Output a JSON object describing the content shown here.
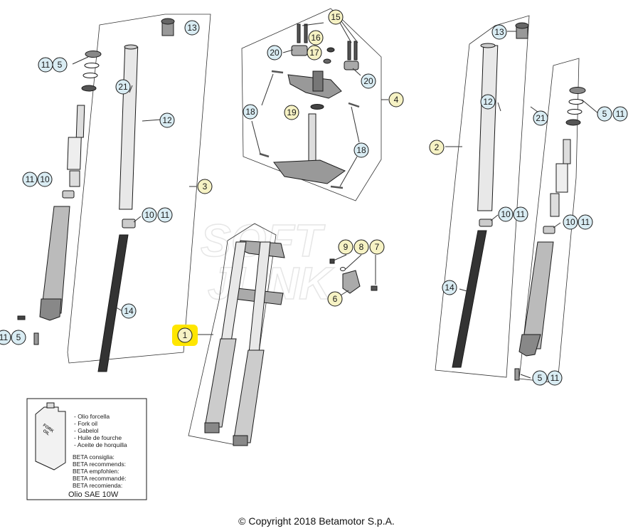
{
  "callouts": [
    {
      "id": "c13a",
      "label": "13",
      "fill": "#d9ecf3"
    },
    {
      "id": "c11_5a",
      "label": "11",
      "fill": "#d9ecf3"
    },
    {
      "id": "c11_5b",
      "label": "5",
      "fill": "#d9ecf3"
    },
    {
      "id": "c21a",
      "label": "21",
      "fill": "#d9ecf3"
    },
    {
      "id": "c12a",
      "label": "12",
      "fill": "#d9ecf3"
    },
    {
      "id": "c11_10a",
      "label": "11",
      "fill": "#d9ecf3"
    },
    {
      "id": "c11_10b",
      "label": "10",
      "fill": "#d9ecf3"
    },
    {
      "id": "c3",
      "label": "3",
      "fill": "#f6f2c4"
    },
    {
      "id": "c10_11a",
      "label": "10",
      "fill": "#d9ecf3"
    },
    {
      "id": "c10_11b",
      "label": "11",
      "fill": "#d9ecf3"
    },
    {
      "id": "c14a",
      "label": "14",
      "fill": "#d9ecf3"
    },
    {
      "id": "c11_5c",
      "label": "11",
      "fill": "#d9ecf3"
    },
    {
      "id": "c11_5d",
      "label": "5",
      "fill": "#d9ecf3"
    },
    {
      "id": "c15",
      "label": "15",
      "fill": "#f6f2c4"
    },
    {
      "id": "c16",
      "label": "16",
      "fill": "#f6f2c4"
    },
    {
      "id": "c17",
      "label": "17",
      "fill": "#f6f2c4"
    },
    {
      "id": "c20a",
      "label": "20",
      "fill": "#d9ecf3"
    },
    {
      "id": "c20b",
      "label": "20",
      "fill": "#d9ecf3"
    },
    {
      "id": "c4",
      "label": "4",
      "fill": "#f6f2c4"
    },
    {
      "id": "c18a",
      "label": "18",
      "fill": "#d9ecf3"
    },
    {
      "id": "c19",
      "label": "19",
      "fill": "#f6f2c4"
    },
    {
      "id": "c18b",
      "label": "18",
      "fill": "#d9ecf3"
    },
    {
      "id": "c9",
      "label": "9",
      "fill": "#f6f2c4"
    },
    {
      "id": "c8",
      "label": "8",
      "fill": "#f6f2c4"
    },
    {
      "id": "c7",
      "label": "7",
      "fill": "#f6f2c4"
    },
    {
      "id": "c6",
      "label": "6",
      "fill": "#f6f2c4"
    },
    {
      "id": "c1",
      "label": "1",
      "fill": "#f6f2c4"
    },
    {
      "id": "c13b",
      "label": "13",
      "fill": "#d9ecf3"
    },
    {
      "id": "c12b",
      "label": "12",
      "fill": "#d9ecf3"
    },
    {
      "id": "c21b",
      "label": "21",
      "fill": "#d9ecf3"
    },
    {
      "id": "c5_11a",
      "label": "5",
      "fill": "#d9ecf3"
    },
    {
      "id": "c5_11b",
      "label": "11",
      "fill": "#d9ecf3"
    },
    {
      "id": "c2",
      "label": "2",
      "fill": "#f6f2c4"
    },
    {
      "id": "c10_11c",
      "label": "10",
      "fill": "#d9ecf3"
    },
    {
      "id": "c10_11d",
      "label": "11",
      "fill": "#d9ecf3"
    },
    {
      "id": "c10_11e",
      "label": "10",
      "fill": "#d9ecf3"
    },
    {
      "id": "c10_11f",
      "label": "11",
      "fill": "#d9ecf3"
    },
    {
      "id": "c14b",
      "label": "14",
      "fill": "#d9ecf3"
    },
    {
      "id": "c5_11c",
      "label": "5",
      "fill": "#d9ecf3"
    },
    {
      "id": "c5_11d",
      "label": "11",
      "fill": "#d9ecf3"
    }
  ],
  "oil_box": {
    "can_label_1": "FORK",
    "can_label_2": "OIL",
    "lines": [
      "- Olio forcella",
      "- Fork oil",
      "- Gabelol",
      "- Huile de fourche",
      "- Aceite de horquilla"
    ],
    "recommend": [
      "BETA consiglia:",
      "BETA recommends:",
      "BETA empfohlen:",
      "BETA recommandé:",
      "BETA recomienda:"
    ],
    "oil_type": "Olio SAE 10W"
  },
  "watermark": {
    "line1": "SOFT",
    "line2": "JUNK"
  },
  "copyright": "© Copyright 2018 Betamotor S.p.A.",
  "colors": {
    "highlight": "#ffe600",
    "blue_callout": "#d9ecf3",
    "yellow_callout": "#f6f2c4",
    "stroke": "#1a1a1a"
  }
}
